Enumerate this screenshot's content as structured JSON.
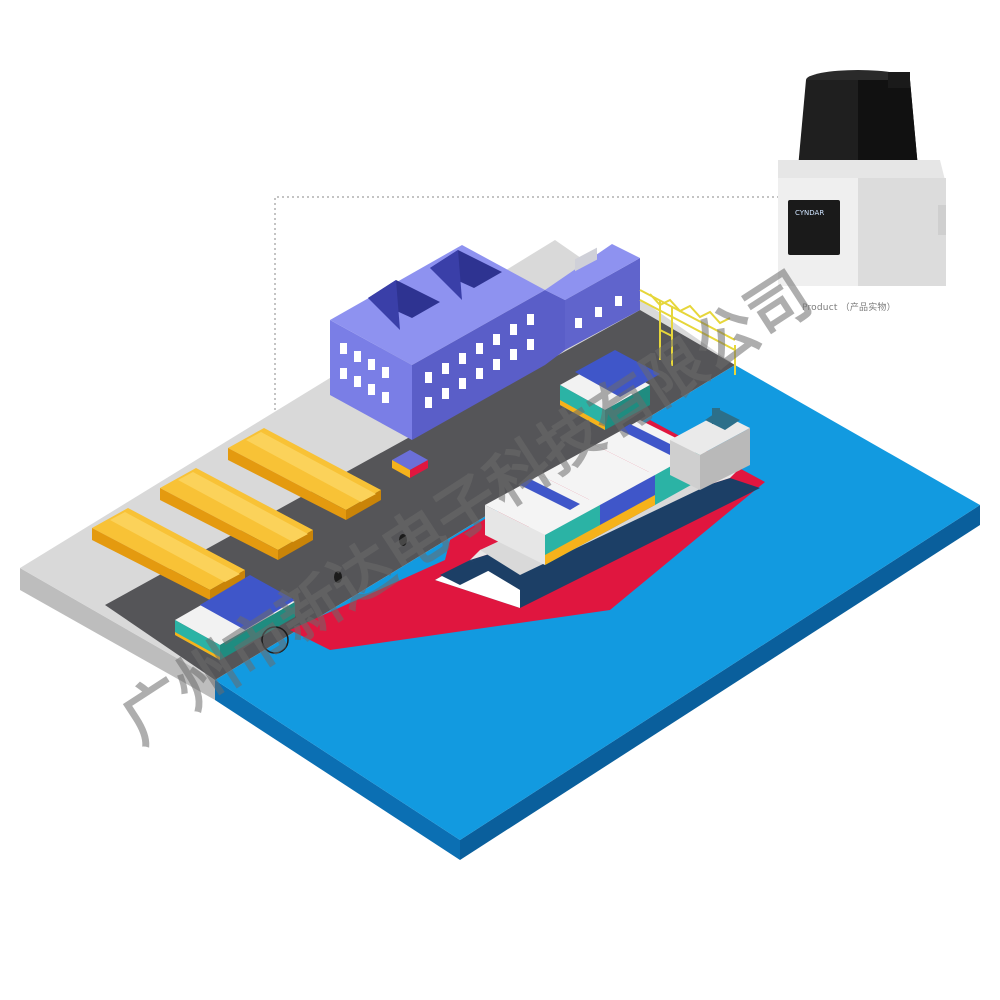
{
  "product": {
    "caption": "Product （产品实物）",
    "brand_label": "CYNDAR"
  },
  "watermark": {
    "text": "广州市新达电子科技有限公司"
  },
  "colors": {
    "sea": "#129ae0",
    "sea_side": "#0b6fb3",
    "quay_road": "#555558",
    "quay_curb": "#d6d6d6",
    "warehouse_roof": "#f6b21b",
    "office_building": "#6b6fd8",
    "safety_zone": "#e0163f",
    "crane": "#f3e64a",
    "sensor_body": "#f1f1f1",
    "sensor_head": "#1f1f1f"
  },
  "icons": {
    "sensor": "laser-scanner-icon",
    "ship": "container-ship",
    "crane": "gantry-crane",
    "truck": "forklift-truck"
  }
}
